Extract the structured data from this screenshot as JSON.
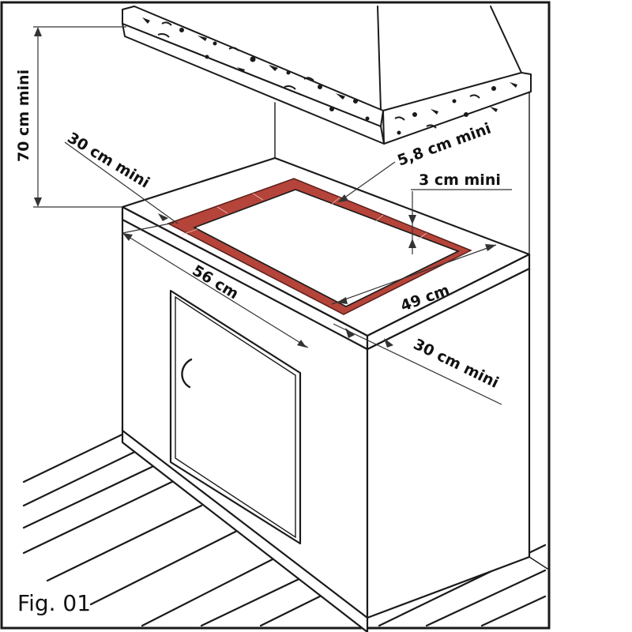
{
  "figure": {
    "caption": "Fig. 01",
    "colors": {
      "line": "#1a1a1a",
      "brick": "#b5443a",
      "background": "#ffffff"
    }
  },
  "dimensions": {
    "hood_height": "70 cm mini",
    "left_clearance": "30 cm mini",
    "hood_overhang": "5,8 cm mini",
    "front_margin": "3 cm mini",
    "cutout_length": "56 cm",
    "cutout_width": "49 cm",
    "right_clearance": "30 cm mini"
  }
}
